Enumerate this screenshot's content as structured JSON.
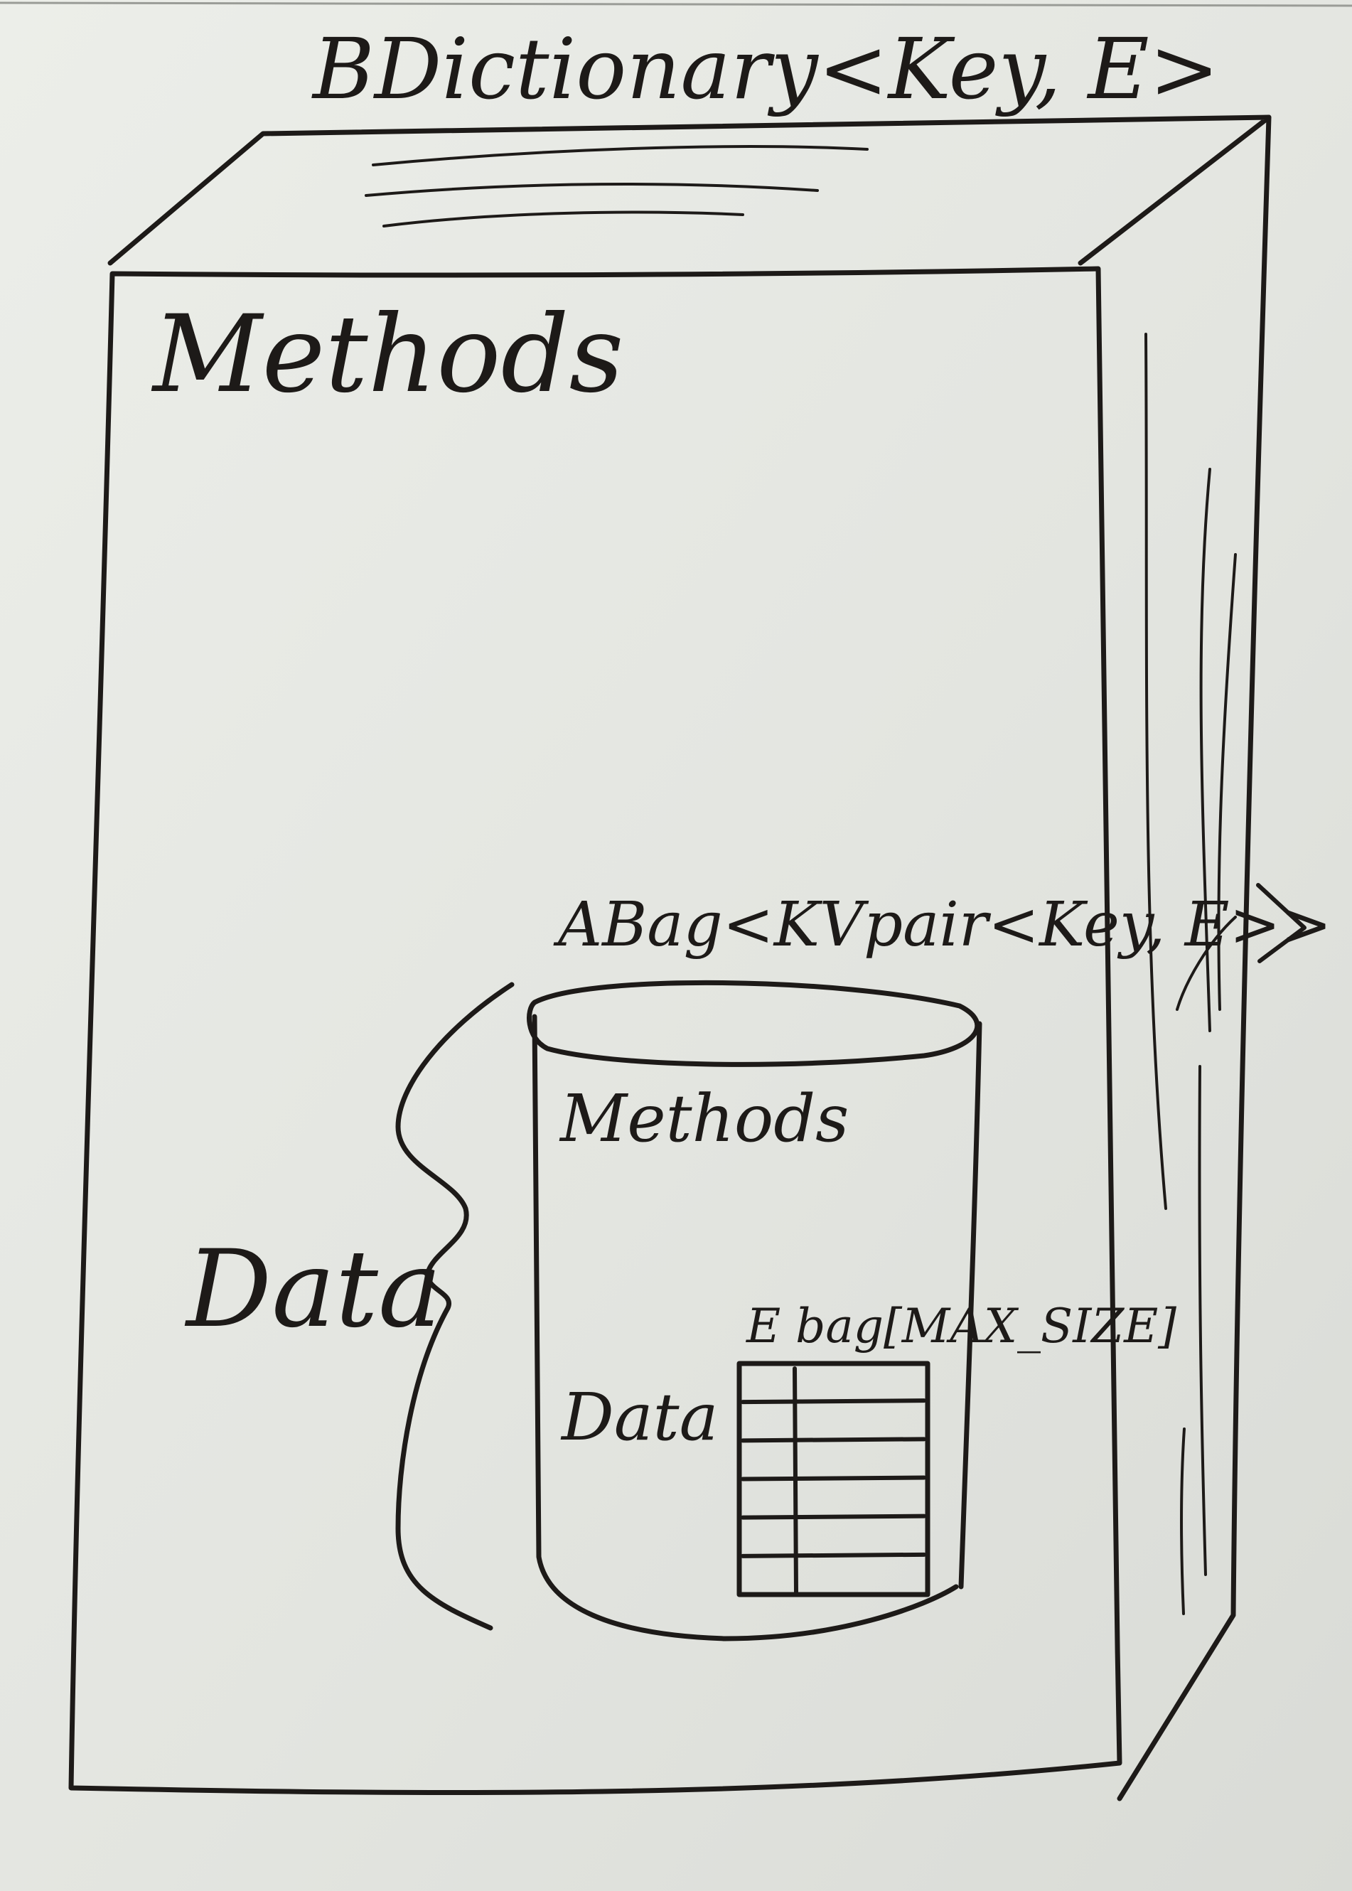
{
  "board": {
    "background": "#e4e6e1",
    "ink": "#1d1a18"
  },
  "outer": {
    "title": "BDictionary<Key, E>",
    "methods_label": "Methods",
    "data_label": "Data"
  },
  "inner": {
    "title": "ABag<KVpair<Key, E>>",
    "methods_label": "Methods",
    "data_label": "Data",
    "array_label": "E bag[MAX_SIZE]",
    "array_rows": 6
  }
}
